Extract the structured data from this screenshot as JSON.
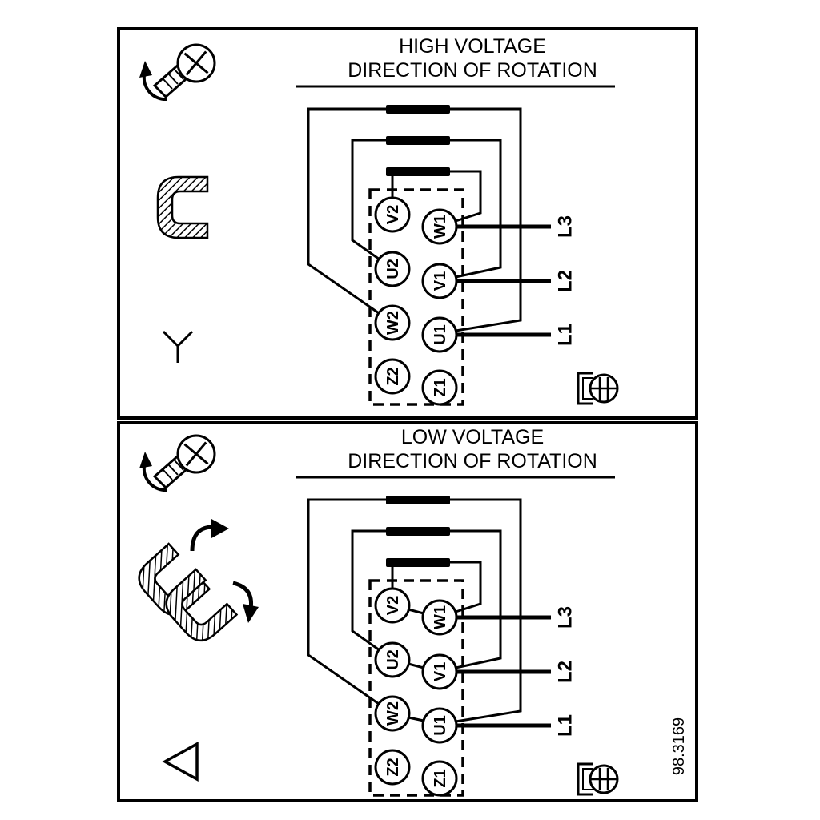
{
  "figure_number": "98.3169",
  "panels": [
    {
      "name": "high-voltage",
      "title_line1": "HIGH VOLTAGE",
      "title_line2": "DIRECTION OF ROTATION",
      "connection_symbol": "star",
      "terminals_left": [
        "V2",
        "U2",
        "W2",
        "Z2"
      ],
      "terminals_right": [
        "W1",
        "V1",
        "U1",
        "Z1"
      ],
      "supply_lines": [
        "L3",
        "L2",
        "L1"
      ]
    },
    {
      "name": "low-voltage",
      "title_line1": "LOW VOLTAGE",
      "title_line2": "DIRECTION OF ROTATION",
      "connection_symbol": "delta",
      "terminals_left": [
        "V2",
        "U2",
        "W2",
        "Z2"
      ],
      "terminals_right": [
        "W1",
        "V1",
        "U1",
        "Z1"
      ],
      "supply_lines": [
        "L3",
        "L2",
        "L1"
      ]
    }
  ],
  "icons": {
    "screw_rotation": "screw-with-rotation-arrow-icon",
    "jumper_link": "terminal-jumper-link-icon",
    "star": "star-connection-icon",
    "delta": "delta-connection-icon",
    "terminal_screw": "terminal-screw-icon"
  },
  "colors": {
    "ink": "#000000",
    "paper": "#ffffff"
  }
}
